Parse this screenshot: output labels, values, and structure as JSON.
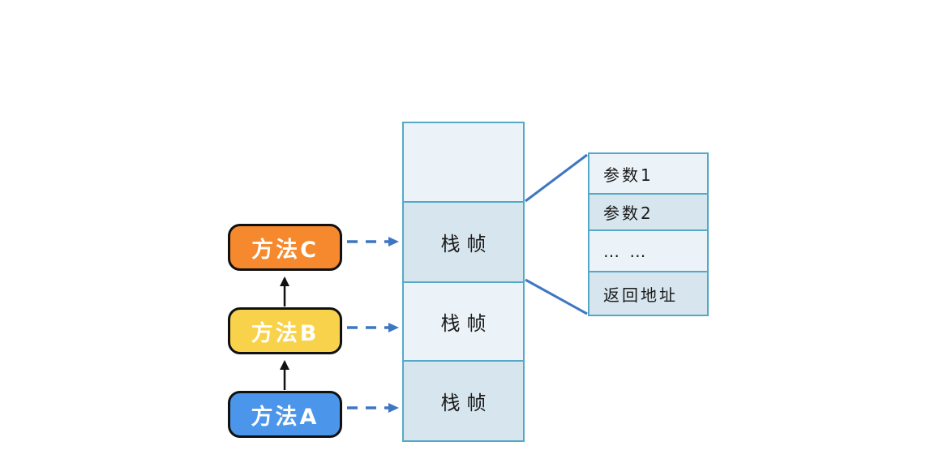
{
  "colors": {
    "method-c": "#f6892d",
    "method-b": "#f8d24a",
    "method-a": "#4b95ea",
    "method-text": "#ffffff",
    "box-border": "#111111",
    "stack-border": "#55a9c7",
    "cell-light": "#ecf3f8",
    "cell-dark": "#d7e5ee",
    "connector": "#3d77c1",
    "arrow-black": "#111111",
    "label-dark": "#1a1a1a"
  },
  "methods": [
    {
      "label": "方法C"
    },
    {
      "label": "方法B"
    },
    {
      "label": "方法A"
    }
  ],
  "stack": {
    "cells": [
      {
        "label": ""
      },
      {
        "label": "栈帧"
      },
      {
        "label": "栈帧"
      },
      {
        "label": "栈帧"
      }
    ]
  },
  "frame_detail": {
    "rows": [
      "参数1",
      "参数2",
      "… …",
      "返回地址"
    ]
  }
}
